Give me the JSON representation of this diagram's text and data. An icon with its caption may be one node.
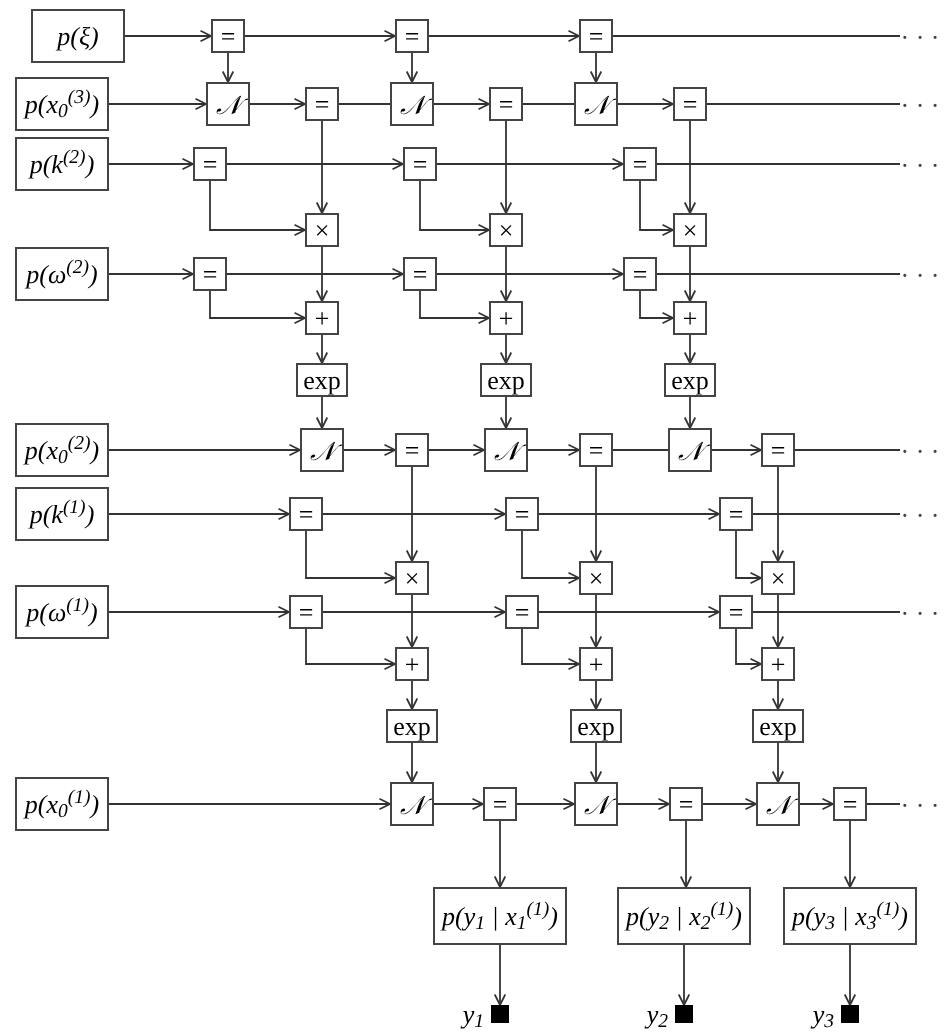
{
  "diagram": {
    "nodes": [
      {
        "text": [
          "p(ξ)"
        ]
      },
      {
        "text": [
          "="
        ]
      },
      {
        "text": [
          "="
        ]
      },
      {
        "text": [
          "="
        ]
      },
      {
        "text": [
          "p(x$_{0}$$^{(3)}$)"
        ]
      },
      {
        "text": [
          "𝒩"
        ]
      },
      {
        "text": [
          "="
        ]
      },
      {
        "text": [
          "𝒩"
        ]
      },
      {
        "text": [
          "="
        ]
      },
      {
        "text": [
          "𝒩"
        ]
      },
      {
        "text": [
          "="
        ]
      },
      {
        "text": [
          "p(k$^{(2)}$)"
        ]
      },
      {
        "text": [
          "="
        ]
      },
      {
        "text": [
          "="
        ]
      },
      {
        "text": [
          "="
        ]
      },
      {
        "text": [
          "×"
        ]
      },
      {
        "text": [
          "×"
        ]
      },
      {
        "text": [
          "×"
        ]
      },
      {
        "text": [
          "p(ω$^{(2)}$)"
        ]
      },
      {
        "text": [
          "="
        ]
      },
      {
        "text": [
          "="
        ]
      },
      {
        "text": [
          "="
        ]
      },
      {
        "text": [
          "+"
        ]
      },
      {
        "text": [
          "+"
        ]
      },
      {
        "text": [
          "+"
        ]
      },
      {
        "text": [
          "exp"
        ]
      },
      {
        "text": [
          "exp"
        ]
      },
      {
        "text": [
          "exp"
        ]
      },
      {
        "text": [
          "p(x$_{0}$$^{(2)}$)"
        ]
      },
      {
        "text": [
          "𝒩"
        ]
      },
      {
        "text": [
          "="
        ]
      },
      {
        "text": [
          "𝒩"
        ]
      },
      {
        "text": [
          "="
        ]
      },
      {
        "text": [
          "𝒩"
        ]
      },
      {
        "text": [
          "="
        ]
      },
      {
        "text": [
          "p(k$^{(1)}$)"
        ]
      },
      {
        "text": [
          "="
        ]
      },
      {
        "text": [
          "="
        ]
      },
      {
        "text": [
          "="
        ]
      },
      {
        "text": [
          "×"
        ]
      },
      {
        "text": [
          "×"
        ]
      },
      {
        "text": [
          "×"
        ]
      },
      {
        "text": [
          "p(ω$^{(1)}$)"
        ]
      },
      {
        "text": [
          "="
        ]
      },
      {
        "text": [
          "="
        ]
      },
      {
        "text": [
          "="
        ]
      },
      {
        "text": [
          "+"
        ]
      },
      {
        "text": [
          "+"
        ]
      },
      {
        "text": [
          "+"
        ]
      },
      {
        "text": [
          "exp"
        ]
      },
      {
        "text": [
          "exp"
        ]
      },
      {
        "text": [
          "exp"
        ]
      },
      {
        "text": [
          "p(x$_{0}$$^{(1)}$)"
        ]
      },
      {
        "text": [
          "𝒩"
        ]
      },
      {
        "text": [
          "="
        ]
      },
      {
        "text": [
          "𝒩"
        ]
      },
      {
        "text": [
          "="
        ]
      },
      {
        "text": [
          "𝒩"
        ]
      },
      {
        "text": [
          "="
        ]
      },
      {
        "text": [
          "p(y$_{1}$ | x$_{1}$$^{(1)}$)"
        ]
      },
      {
        "text": [
          "p(y$_{2}$ | x$_{2}$$^{(1)}$)"
        ]
      },
      {
        "text": [
          "p(y$_{3}$ | x$_{3}$$^{(1)}$)"
        ]
      },
      {
        "text": [],
        "shape": "box",
        "beside": [
          "y$_{1}$"
        ]
      },
      {
        "text": [],
        "shape": "box",
        "beside": [
          "y$_{2}$"
        ]
      },
      {
        "text": [],
        "shape": "box",
        "beside": [
          "y$_{3}$"
        ]
      },
      {
        "text": [
          "· · ·"
        ]
      },
      {
        "text": [
          "· · ·"
        ]
      },
      {
        "text": [
          "· · ·"
        ]
      },
      {
        "text": [
          "· · ·"
        ]
      },
      {
        "text": [
          "· · ·"
        ]
      },
      {
        "text": [
          "· · ·"
        ]
      },
      {
        "text": [
          "· · ·"
        ]
      },
      {
        "text": [
          "· · ·"
        ]
      }
    ],
    "edges": [
      {
        "from": 0,
        "to": 1,
        "arrow": "to"
      },
      {
        "from": 1,
        "to": 2,
        "arrow": "to"
      },
      {
        "from": 2,
        "to": 3,
        "arrow": "to"
      },
      {
        "from": 3,
        "to": 65,
        "arrow": "none"
      },
      {
        "from": 1,
        "to": 5,
        "arrow": "to"
      },
      {
        "from": 2,
        "to": 7,
        "arrow": "to"
      },
      {
        "from": 3,
        "to": 9,
        "arrow": "to"
      },
      {
        "from": 4,
        "to": 5,
        "arrow": "to"
      },
      {
        "from": 5,
        "to": 6,
        "arrow": "to"
      },
      {
        "from": 6,
        "to": 7,
        "arrow": "none"
      },
      {
        "from": 7,
        "to": 8,
        "arrow": "to"
      },
      {
        "from": 8,
        "to": 9,
        "arrow": "none"
      },
      {
        "from": 9,
        "to": 10,
        "arrow": "to"
      },
      {
        "from": 10,
        "to": 66,
        "arrow": "none"
      },
      {
        "from": 6,
        "to": 15,
        "arrow": "to"
      },
      {
        "from": 8,
        "to": 16,
        "arrow": "to"
      },
      {
        "from": 10,
        "to": 17,
        "arrow": "to"
      },
      {
        "from": 11,
        "to": 12,
        "arrow": "to"
      },
      {
        "from": 12,
        "to": 13,
        "arrow": "to"
      },
      {
        "from": 13,
        "to": 14,
        "arrow": "to"
      },
      {
        "from": 14,
        "to": 67,
        "arrow": "none"
      },
      {
        "from": 12,
        "to": 15,
        "arrow": "to"
      },
      {
        "from": 13,
        "to": 16,
        "arrow": "to"
      },
      {
        "from": 14,
        "to": 17,
        "arrow": "to"
      },
      {
        "from": 15,
        "to": 22,
        "arrow": "to"
      },
      {
        "from": 16,
        "to": 23,
        "arrow": "to"
      },
      {
        "from": 17,
        "to": 24,
        "arrow": "to"
      },
      {
        "from": 18,
        "to": 19,
        "arrow": "to"
      },
      {
        "from": 19,
        "to": 20,
        "arrow": "to"
      },
      {
        "from": 20,
        "to": 21,
        "arrow": "to"
      },
      {
        "from": 21,
        "to": 68,
        "arrow": "none"
      },
      {
        "from": 19,
        "to": 22,
        "arrow": "to"
      },
      {
        "from": 20,
        "to": 23,
        "arrow": "to"
      },
      {
        "from": 21,
        "to": 24,
        "arrow": "to"
      },
      {
        "from": 22,
        "to": 25,
        "arrow": "to"
      },
      {
        "from": 23,
        "to": 26,
        "arrow": "to"
      },
      {
        "from": 24,
        "to": 27,
        "arrow": "to"
      },
      {
        "from": 25,
        "to": 29,
        "arrow": "to"
      },
      {
        "from": 26,
        "to": 31,
        "arrow": "to"
      },
      {
        "from": 27,
        "to": 33,
        "arrow": "to"
      },
      {
        "from": 28,
        "to": 29,
        "arrow": "to"
      },
      {
        "from": 29,
        "to": 30,
        "arrow": "to"
      },
      {
        "from": 30,
        "to": 31,
        "arrow": "to"
      },
      {
        "from": 31,
        "to": 32,
        "arrow": "to"
      },
      {
        "from": 32,
        "to": 33,
        "arrow": "none"
      },
      {
        "from": 33,
        "to": 34,
        "arrow": "to"
      },
      {
        "from": 34,
        "to": 69,
        "arrow": "none"
      },
      {
        "from": 30,
        "to": 39,
        "arrow": "to"
      },
      {
        "from": 32,
        "to": 40,
        "arrow": "to"
      },
      {
        "from": 34,
        "to": 41,
        "arrow": "to"
      },
      {
        "from": 35,
        "to": 36,
        "arrow": "to"
      },
      {
        "from": 36,
        "to": 37,
        "arrow": "to"
      },
      {
        "from": 37,
        "to": 38,
        "arrow": "to"
      },
      {
        "from": 38,
        "to": 70,
        "arrow": "none"
      },
      {
        "from": 36,
        "to": 39,
        "arrow": "to"
      },
      {
        "from": 37,
        "to": 40,
        "arrow": "to"
      },
      {
        "from": 38,
        "to": 41,
        "arrow": "to"
      },
      {
        "from": 39,
        "to": 46,
        "arrow": "to"
      },
      {
        "from": 40,
        "to": 47,
        "arrow": "to"
      },
      {
        "from": 41,
        "to": 48,
        "arrow": "to"
      },
      {
        "from": 42,
        "to": 43,
        "arrow": "to"
      },
      {
        "from": 43,
        "to": 44,
        "arrow": "to"
      },
      {
        "from": 44,
        "to": 45,
        "arrow": "to"
      },
      {
        "from": 45,
        "to": 71,
        "arrow": "none"
      },
      {
        "from": 43,
        "to": 46,
        "arrow": "to"
      },
      {
        "from": 44,
        "to": 47,
        "arrow": "to"
      },
      {
        "from": 45,
        "to": 48,
        "arrow": "to"
      },
      {
        "from": 46,
        "to": 49,
        "arrow": "to"
      },
      {
        "from": 47,
        "to": 50,
        "arrow": "to"
      },
      {
        "from": 48,
        "to": 51,
        "arrow": "to"
      },
      {
        "from": 49,
        "to": 53,
        "arrow": "to"
      },
      {
        "from": 50,
        "to": 55,
        "arrow": "to"
      },
      {
        "from": 51,
        "to": 57,
        "arrow": "to"
      },
      {
        "from": 52,
        "to": 53,
        "arrow": "to"
      },
      {
        "from": 53,
        "to": 54,
        "arrow": "to"
      },
      {
        "from": 54,
        "to": 55,
        "arrow": "to"
      },
      {
        "from": 55,
        "to": 56,
        "arrow": "to"
      },
      {
        "from": 56,
        "to": 57,
        "arrow": "to"
      },
      {
        "from": 57,
        "to": 58,
        "arrow": "to"
      },
      {
        "from": 58,
        "to": 72,
        "arrow": "none"
      },
      {
        "from": 54,
        "to": 59,
        "arrow": "to"
      },
      {
        "from": 56,
        "to": 60,
        "arrow": "to"
      },
      {
        "from": 58,
        "to": 61,
        "arrow": "to"
      },
      {
        "from": 59,
        "to": 62,
        "arrow": "to"
      },
      {
        "from": 60,
        "to": 63,
        "arrow": "to"
      },
      {
        "from": 61,
        "to": 64,
        "arrow": "to"
      }
    ]
  }
}
